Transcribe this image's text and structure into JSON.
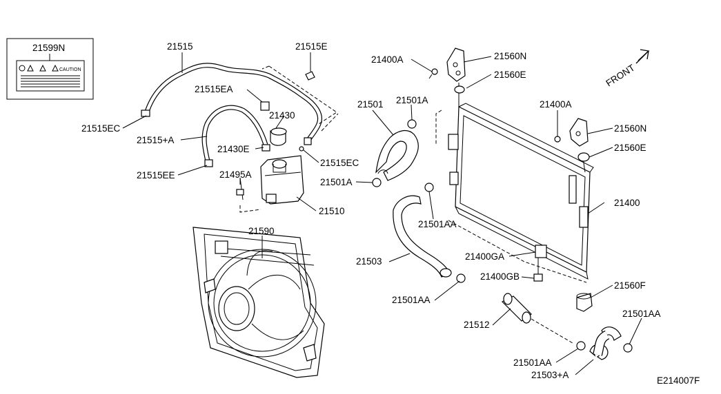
{
  "labels": {
    "l21599N": "21599N",
    "caution": "CAUTION",
    "l21515": "21515",
    "l21515E": "21515E",
    "l21515EA": "21515EA",
    "l21515EC_left": "21515EC",
    "l21515pA": "21515+A",
    "l21430": "21430",
    "l21430E": "21430E",
    "l21515EC_right": "21515EC",
    "l21515EE": "21515EE",
    "l21495A": "21495A",
    "l21510": "21510",
    "l21590": "21590",
    "l21400A_top": "21400A",
    "l21560N_top": "21560N",
    "l21560E_top": "21560E",
    "l21501": "21501",
    "l21501A_top": "21501A",
    "l21501A_left": "21501A",
    "l21400A_right": "21400A",
    "l21560N_right": "21560N",
    "l21560E_right": "21560E",
    "l21400": "21400",
    "l21501AA_mid": "21501AA",
    "l21503": "21503",
    "l21400GA": "21400GA",
    "l21400GB": "21400GB",
    "l21560F": "21560F",
    "l21501AA_lower": "21501AA",
    "l21512": "21512",
    "l21501AA_right": "21501AA",
    "l21501AA_bottom": "21501AA",
    "l21503pA": "21503+A",
    "front": "FRONT",
    "diagram_code": "E214007F"
  }
}
